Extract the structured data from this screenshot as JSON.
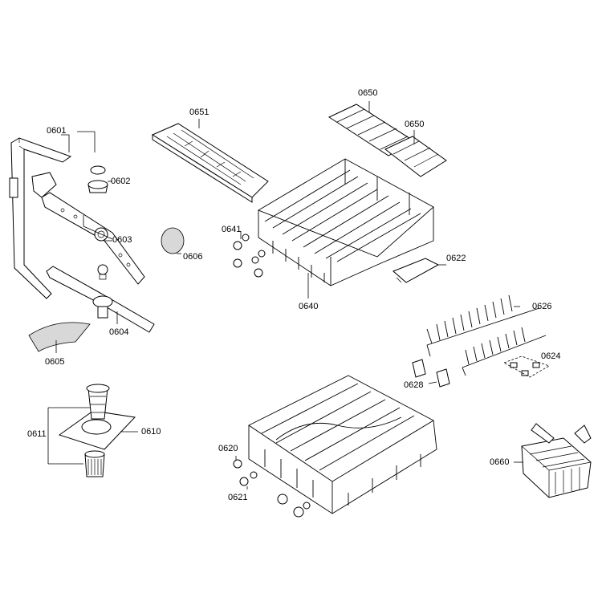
{
  "parts": [
    {
      "id": "p0601",
      "text": "0601"
    },
    {
      "id": "p0602",
      "text": "0602"
    },
    {
      "id": "p0603",
      "text": "0603"
    },
    {
      "id": "p0604",
      "text": "0604"
    },
    {
      "id": "p0605",
      "text": "0605"
    },
    {
      "id": "p0606",
      "text": "0606"
    },
    {
      "id": "p0610",
      "text": "0610"
    },
    {
      "id": "p0611",
      "text": "0611"
    },
    {
      "id": "p0620",
      "text": "0620"
    },
    {
      "id": "p0621",
      "text": "0621"
    },
    {
      "id": "p0622",
      "text": "0622"
    },
    {
      "id": "p0624",
      "text": "0624"
    },
    {
      "id": "p0626",
      "text": "0626"
    },
    {
      "id": "p0628",
      "text": "0628"
    },
    {
      "id": "p0640",
      "text": "0640"
    },
    {
      "id": "p0641",
      "text": "0641"
    },
    {
      "id": "p0650a",
      "text": "0650"
    },
    {
      "id": "p0650b",
      "text": "0650"
    },
    {
      "id": "p0651",
      "text": "0651"
    },
    {
      "id": "p0660",
      "text": "0660"
    }
  ]
}
